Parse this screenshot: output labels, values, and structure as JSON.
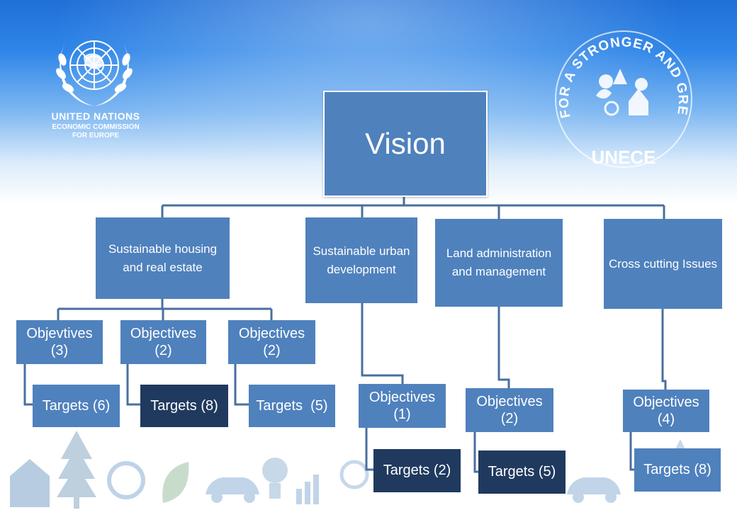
{
  "logo": {
    "org_name": "UNITED NATIONS",
    "commission_line1": "ECONOMIC COMMISSION",
    "commission_line2": "FOR EUROPE",
    "badge_text": "FOR A STRONGER AND GREENER ECONOMY",
    "badge_brand": "UNECE"
  },
  "vision": {
    "label": "Vision"
  },
  "categories": [
    {
      "label": "Sustainable housing and real estate",
      "objectives": [
        {
          "label": "Objevtives (3)",
          "target": "Targets (6)"
        },
        {
          "label": "Objectives (2)",
          "target": "Targets (8)"
        },
        {
          "label": "Objectives (2)",
          "target": "Targets  (5)"
        }
      ]
    },
    {
      "label": "Sustainable urban development",
      "objectives": [
        {
          "label": "Objectives (1)",
          "target": "Targets (2)"
        }
      ]
    },
    {
      "label": "Land administration and management",
      "objectives": [
        {
          "label": "Objectives (2)",
          "target": "Targets (5)"
        }
      ]
    },
    {
      "label": "Cross cutting Issues",
      "objectives": [
        {
          "label": "Objectives (4)",
          "target": "Targets (8)"
        }
      ]
    }
  ],
  "colors": {
    "box_fill": "#4f81bd",
    "box_dark": "#203a5f",
    "connector": "#4a6f9e",
    "sky_top": "#1f6fd8"
  }
}
